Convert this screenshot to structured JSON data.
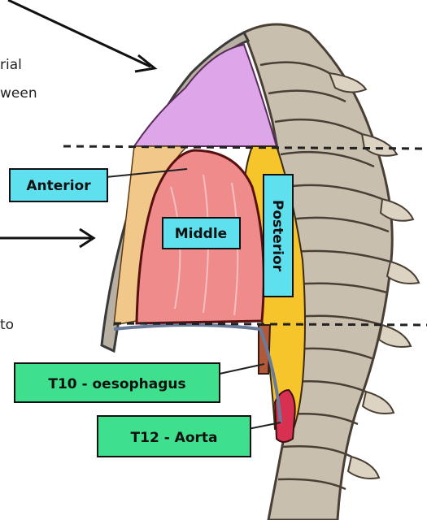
{
  "side_text": {
    "fragment_1": "rial",
    "fragment_2": "ween",
    "fragment_3": "to"
  },
  "regions": {
    "anterior": "Anterior",
    "middle": "Middle",
    "posterior": "Posterior"
  },
  "openings": {
    "oesophagus": "T10 - oesophagus",
    "aorta": "T12 - Aorta"
  },
  "colors": {
    "superior": "#dca6e8",
    "anterior": "#f2c88a",
    "middle": "#ef8b8b",
    "posterior": "#f6c52b",
    "bone": "#c9bfae",
    "label_box": "#3fe08d",
    "cyan_box": "#5fe0ee"
  }
}
